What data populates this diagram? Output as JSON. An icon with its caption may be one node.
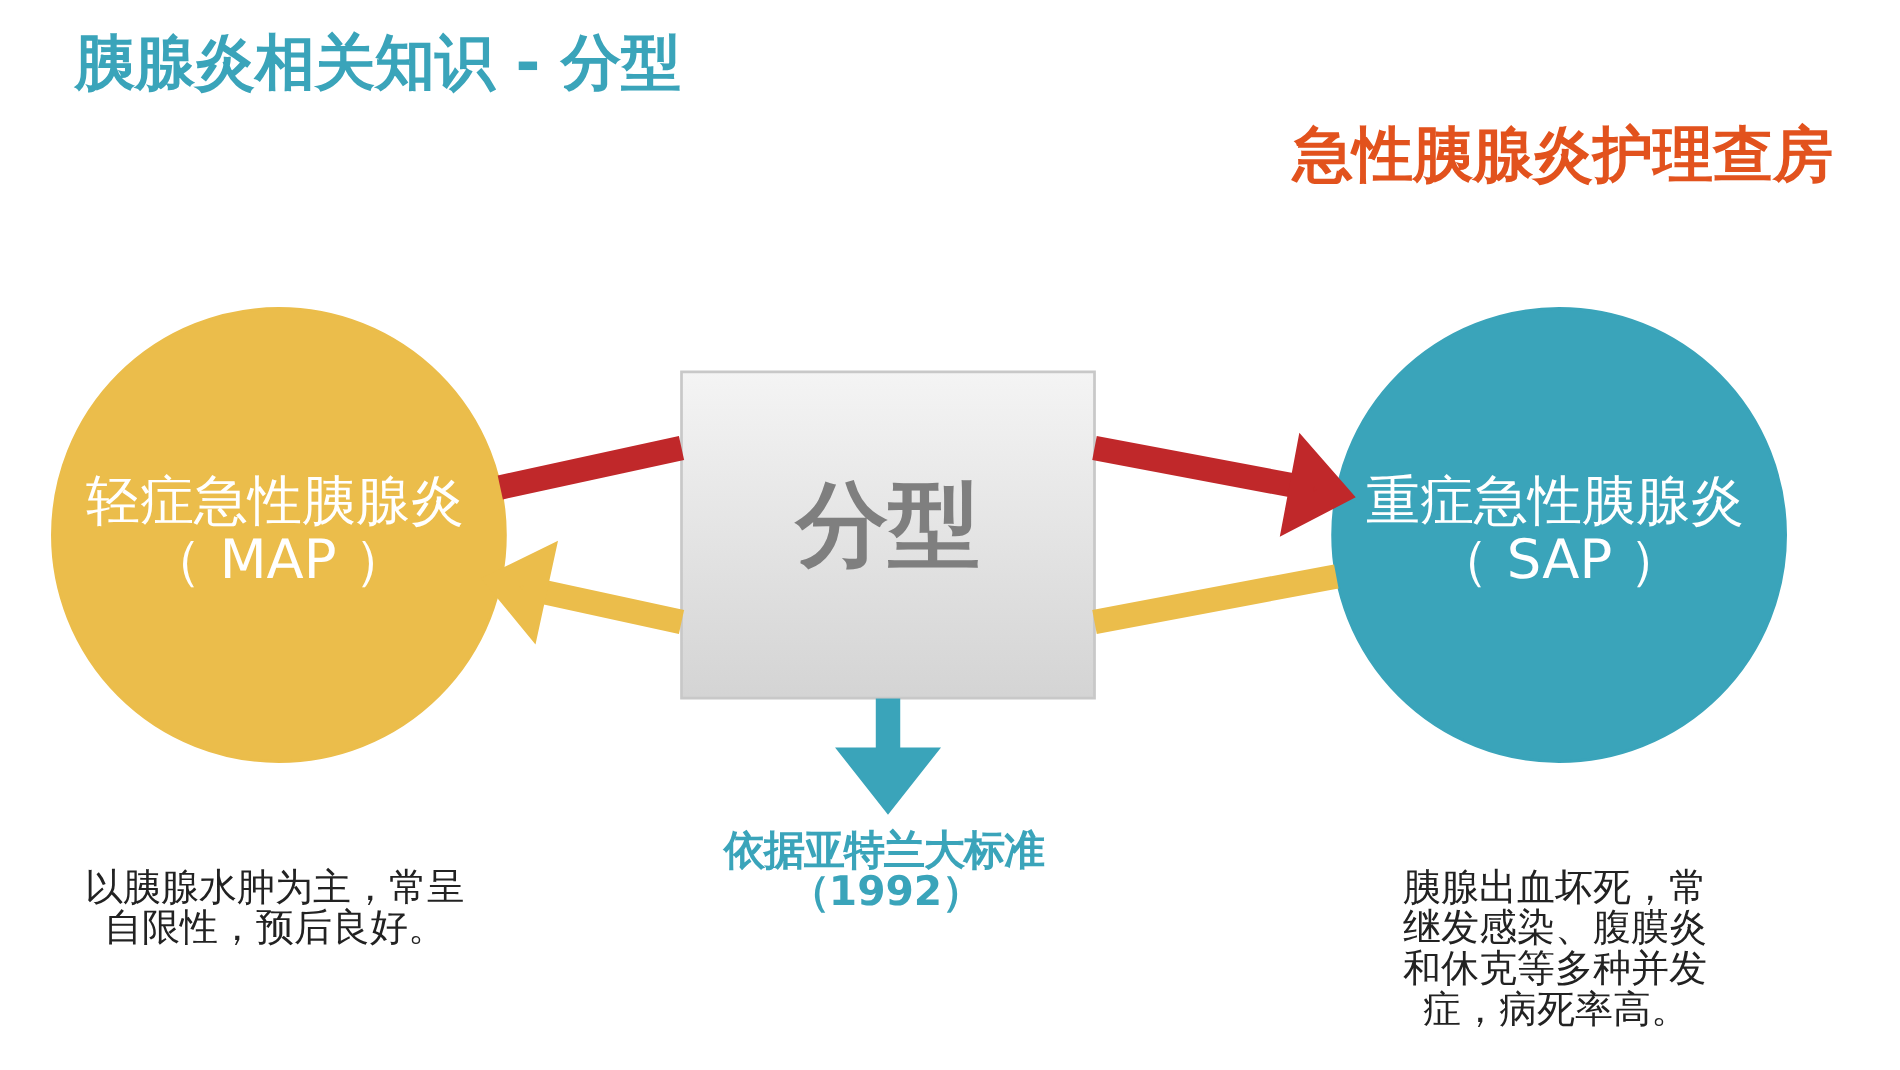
{
  "diagram": {
    "title": "胰腺炎相关知识 - 分型",
    "nodes": [
      {
        "text": [
          "轻症急性胰腺炎（ MAP ）"
        ],
        "beside": [
          "以胰腺水肿为主，常呈自限性，预后良好。"
        ]
      },
      {
        "text": [
          "分型"
        ]
      },
      {
        "text": [
          "重症急性胰腺炎（ SAP ）"
        ],
        "beside": [
          "胰腺出血坏死，常继发感染、腹膜炎和休克等多种并发症，病死率高。"
        ]
      },
      {
        "text": [
          "依据亚特兰大标准（1992）"
        ]
      }
    ],
    "edges": [
      {
        "from": 0,
        "to": 1,
        "arrow": "none",
        "color": "#c0282a"
      },
      {
        "from": 1,
        "to": 2,
        "arrow": "to",
        "color": "#c0282a"
      },
      {
        "from": 2,
        "to": 1,
        "arrow": "none",
        "color": "#ebbd4b"
      },
      {
        "from": 1,
        "to": 0,
        "arrow": "to",
        "color": "#ebbd4b"
      },
      {
        "from": 1,
        "to": 3,
        "arrow": "to",
        "color": "#3aa4ba"
      }
    ],
    "labels": [
      "急性胰腺炎护理查房"
    ]
  }
}
